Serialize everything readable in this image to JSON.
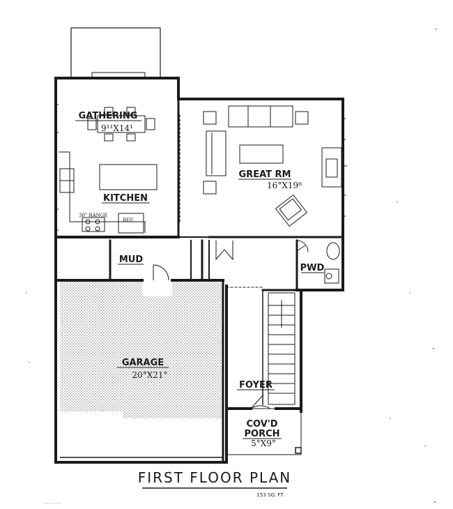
{
  "plan": {
    "title": "FIRST FLOOR PLAN",
    "area_note": "153 SQ. FT.",
    "footer_mark": "~~~ ~~~"
  },
  "rooms": {
    "gathering": {
      "label": "GATHERING",
      "dims": "9¹¹X14¹"
    },
    "kitchen": {
      "label": "KITCHEN"
    },
    "great_rm": {
      "label": "GREAT RM",
      "dims": "16°X19⁸"
    },
    "mud": {
      "label": "MUD"
    },
    "pwd": {
      "label": "PWD"
    },
    "garage": {
      "label": "GARAGE",
      "dims": "20°X21°"
    },
    "foyer": {
      "label": "FOYER"
    },
    "porch": {
      "label1": "COV'D",
      "label2": "PORCH",
      "dims": "5°X9°"
    }
  },
  "fixtures": {
    "range_note": "30\" RANGE",
    "ref_note": "REF."
  },
  "colors": {
    "line": "#1a1a1a",
    "hatch": "#8a8a8a",
    "paper": "#ffffff"
  }
}
